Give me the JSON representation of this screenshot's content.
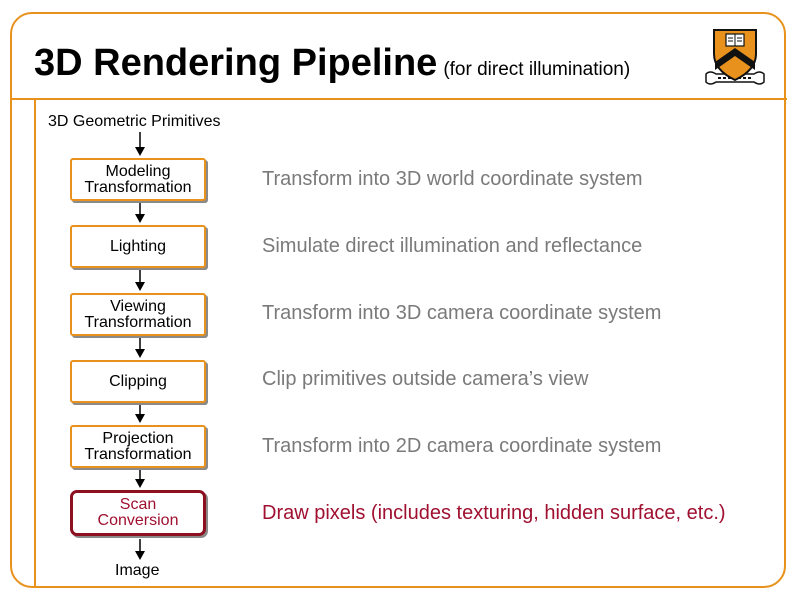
{
  "title": "3D Rendering Pipeline",
  "subtitle": "(for direct illumination)",
  "input_label": "3D Geometric Primitives",
  "output_label": "Image",
  "steps": [
    {
      "name": "Modeling\nTransformation",
      "description": "Transform into 3D world coordinate system",
      "highlight": false
    },
    {
      "name": "Lighting",
      "description": "Simulate direct illumination and reflectance",
      "highlight": false
    },
    {
      "name": "Viewing\nTransformation",
      "description": "Transform into 3D camera coordinate system",
      "highlight": false
    },
    {
      "name": "Clipping",
      "description": "Clip primitives outside camera’s view",
      "highlight": false
    },
    {
      "name": "Projection\nTransformation",
      "description": "Transform into 2D camera coordinate system",
      "highlight": false
    },
    {
      "name": "Scan\nConversion",
      "description": "Draw pixels (includes texturing, hidden surface, etc.)",
      "highlight": true
    }
  ],
  "colors": {
    "accent_orange": "#e8911c",
    "highlight_red": "#a01030",
    "description_gray": "#7a7a7a",
    "shield_black": "#111111"
  },
  "icons": {
    "logo": "princeton-shield-icon"
  }
}
